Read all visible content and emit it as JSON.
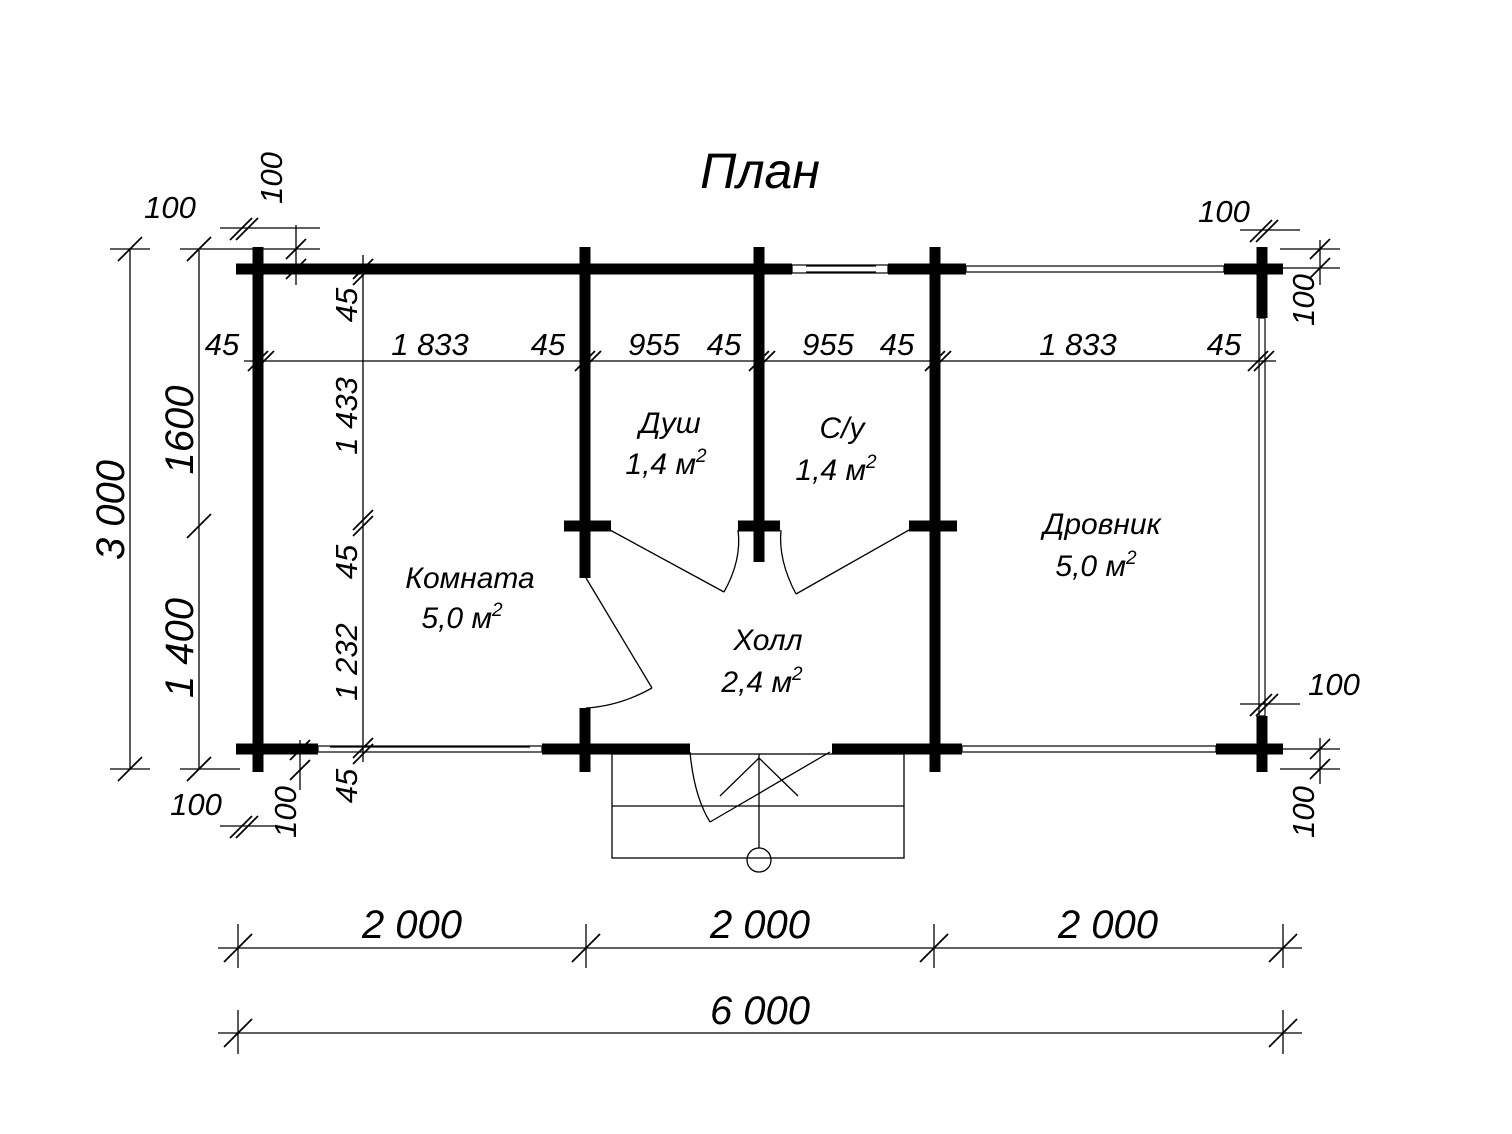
{
  "title": "План",
  "rooms": [
    {
      "name": "Комната",
      "area": "5,0 м",
      "sup": "2"
    },
    {
      "name": "Душ",
      "area": "1,4 м",
      "sup": "2"
    },
    {
      "name": "С/у",
      "area": "1,4 м",
      "sup": "2"
    },
    {
      "name": "Холл",
      "area": "2,4 м",
      "sup": "2"
    },
    {
      "name": "Дровник",
      "area": "5,0 м",
      "sup": "2"
    }
  ],
  "inner_dims_row": [
    "45",
    "1 833",
    "45",
    "955",
    "45",
    "955",
    "45",
    "1 833",
    "45"
  ],
  "left_inner_dims": [
    "45",
    "1 433",
    "45",
    "1 232",
    "45"
  ],
  "left_outer_dims": [
    "1600",
    "1 400"
  ],
  "left_total": "3 000",
  "small_dims": {
    "top_left_h": "100",
    "top_left_v": "100",
    "top_right_h": "100",
    "right_top_v": "100",
    "right_mid_h": "100",
    "right_bottom_v": "100",
    "bottom_left_h": "100",
    "bottom_left_v": "100"
  },
  "bottom_dims": [
    "2 000",
    "2 000",
    "2 000"
  ],
  "bottom_total": "6 000"
}
